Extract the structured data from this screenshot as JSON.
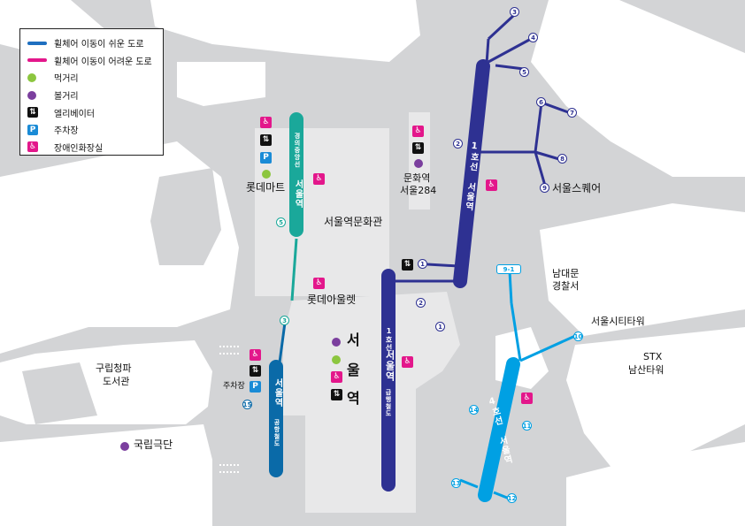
{
  "legend": {
    "items": [
      {
        "label": "휠체어 이동이 쉬운 도로",
        "kind": "line",
        "color": "#1e6fc0"
      },
      {
        "label": "휠체어 이동이 어려운 도로",
        "kind": "line",
        "color": "#e3178b"
      },
      {
        "label": "먹거리",
        "kind": "dot",
        "color": "#8cc63f"
      },
      {
        "label": "볼거리",
        "kind": "dot",
        "color": "#7b3f9e"
      },
      {
        "label": "엘리베이터",
        "kind": "elevator-icon",
        "color": "#111111"
      },
      {
        "label": "주차장",
        "kind": "parking-icon",
        "color": "#1a8bd6"
      },
      {
        "label": "장애인화장실",
        "kind": "accessible-toilet-icon",
        "color": "#e3178b"
      }
    ]
  },
  "icons": {
    "parking": "P",
    "elevator": "⇅",
    "accessible": "♿"
  },
  "colors": {
    "line1": "#2e3192",
    "line4": "#00a0e3",
    "gyeongui": "#1aa89a",
    "airport": "#0a6aa8",
    "road": "#d3d4d6",
    "building": "#e8e8e9"
  },
  "lines": {
    "line1_north": "1호선 서울역",
    "line1_south_a": "1호선",
    "line1_south_b": "서울역",
    "line1_south_c": "급행철도",
    "line4": "4호선 서울역",
    "gyeongui_a": "경의중앙선",
    "gyeongui_b": "서울역",
    "airport_a": "서울역",
    "airport_b": "공항철도"
  },
  "places": {
    "lotte_mart": "롯데마트",
    "culture_station": "서울역문화관",
    "munhwa_station": "문화역",
    "seoul284": "서울284",
    "seoul_square": "서울스퀘어",
    "lotte_outlet": "롯데아울렛",
    "station_name": [
      "서",
      "울",
      "역"
    ],
    "parking_label": "주차장",
    "library_a": "구립청파",
    "library_b": "도서관",
    "national_theater": "국립극단",
    "police_a": "남대문",
    "police_b": "경찰서",
    "city_tower": "서울시티타워",
    "stx_a": "STX",
    "stx_b": "남산타워"
  },
  "exits": {
    "line1": [
      "1",
      "2",
      "3",
      "4",
      "5",
      "6",
      "7",
      "8",
      "9",
      "2",
      "1"
    ],
    "line4": [
      "9-1",
      "10",
      "11",
      "12",
      "13",
      "14"
    ],
    "gyeongui": [
      "5",
      "3"
    ],
    "airport": [
      "15"
    ]
  }
}
